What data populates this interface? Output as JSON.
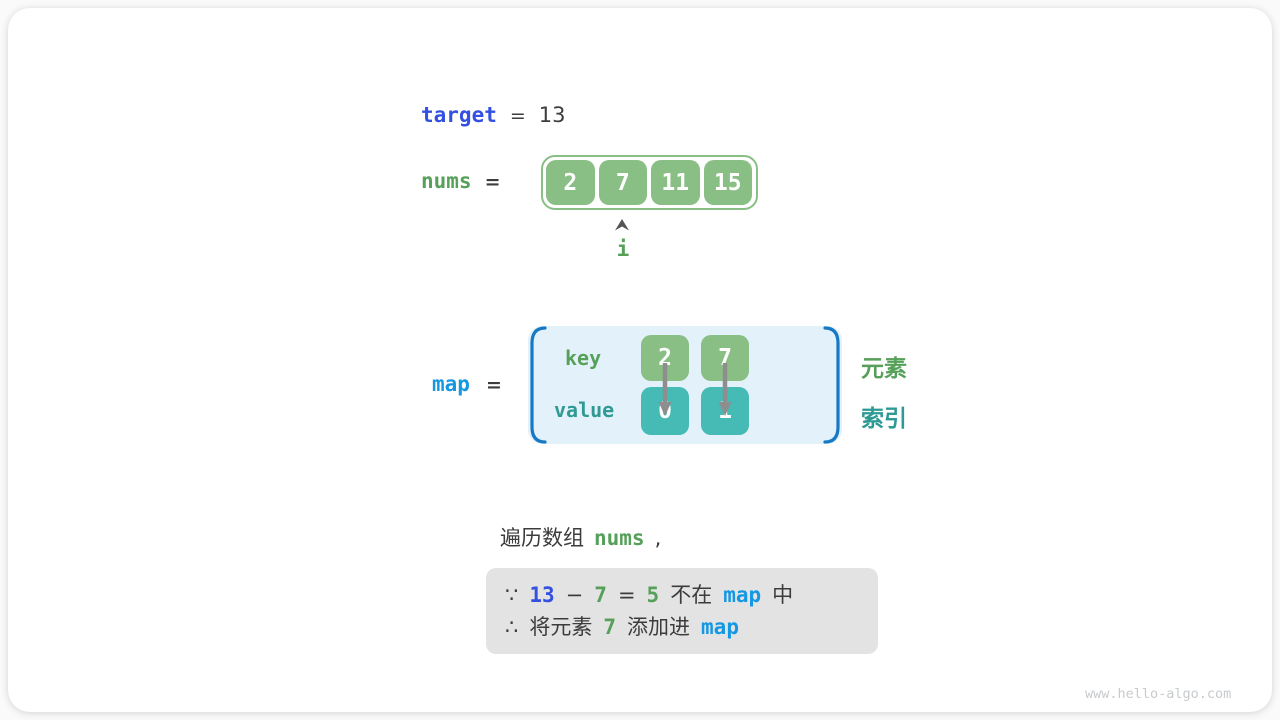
{
  "colors": {
    "array_green": "#89bf84",
    "value_teal": "#46bab4",
    "panel_blue_bg": "#e3f1fa",
    "bracket_blue": "#1778c4",
    "map_blue_text": "#1598e3",
    "target_indigo_text": "#3350e0",
    "green_text": "#56a05a",
    "teal_text": "#2e9a93",
    "dark_text": "#3c3c3c",
    "note_box_gray": "#e3e3e3"
  },
  "target_row": {
    "label": "target",
    "equals": "=",
    "value": "13"
  },
  "nums_row": {
    "label": "nums",
    "equals": "=",
    "values": [
      "2",
      "7",
      "11",
      "15"
    ],
    "pointer_label": "i"
  },
  "map_row": {
    "label": "map",
    "equals": "=",
    "key_label": "key",
    "value_label": "value",
    "keys": [
      "2",
      "7"
    ],
    "values": [
      "0",
      "1"
    ],
    "element_label": "元素",
    "index_label": "索引"
  },
  "traverse_line": {
    "prefix": "遍历数组",
    "code": "nums",
    "comma": ","
  },
  "note_box": {
    "line1": {
      "symbol": "∵",
      "target_value": "13",
      "minus": "−",
      "current_value": "7",
      "equals": "=",
      "difference": "5",
      "text_not_in": "不在",
      "map_token": "map",
      "text_in": "中"
    },
    "line2": {
      "symbol": "∴",
      "text_add_prefix": "将元素",
      "current_value": "7",
      "text_add_suffix": "添加进",
      "map_token": "map"
    }
  },
  "watermark": "www.hello-algo.com"
}
